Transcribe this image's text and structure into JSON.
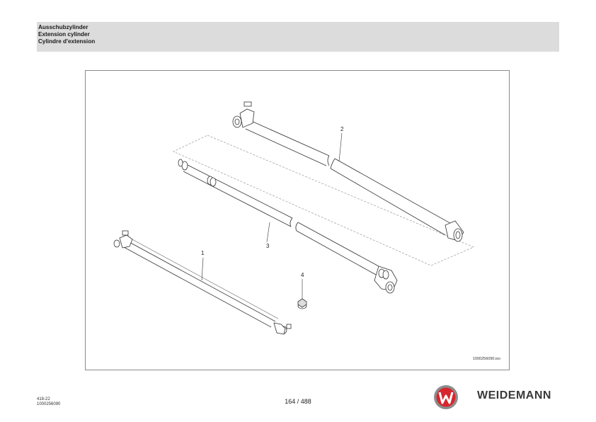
{
  "header": {
    "title_de": "Ausschubzylinder",
    "title_en": "Extension cylinder",
    "title_fr": "Cylindre d'extension"
  },
  "figure": {
    "image_id": "1000256090.iso",
    "callouts": [
      "1",
      "2",
      "3",
      "4"
    ]
  },
  "footer": {
    "doc_code": "418-22",
    "doc_number": "1000256090",
    "page": "164 / 488",
    "brand": "WEIDEMANN"
  },
  "colors": {
    "header_band": "#dcdcdc",
    "logo_red": "#d7262d",
    "logo_grey": "#8c8c8c",
    "brand_text": "#3a3a3a"
  }
}
